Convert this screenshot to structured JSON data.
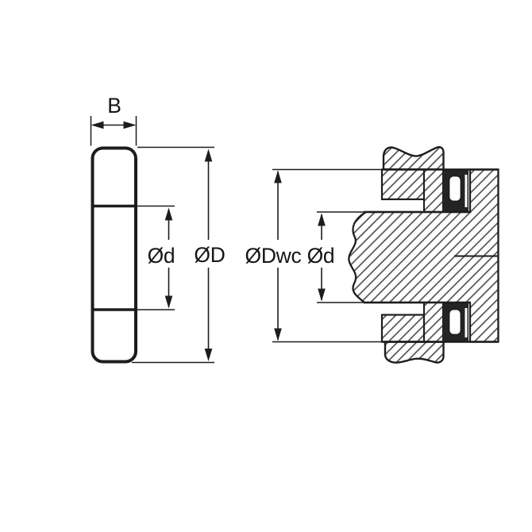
{
  "drawing": {
    "background": "#ffffff",
    "line_color": "#1d1d1d",
    "hatch_color": "#525252",
    "dark_fill": "#242424",
    "views": {
      "side_view": {
        "width_label": "B",
        "bore_label": "Ød",
        "outer_diameter_label": "ØD"
      },
      "section_view": {
        "housing_washer_label": "ØDwc",
        "shaft_label": "Ød"
      }
    }
  }
}
